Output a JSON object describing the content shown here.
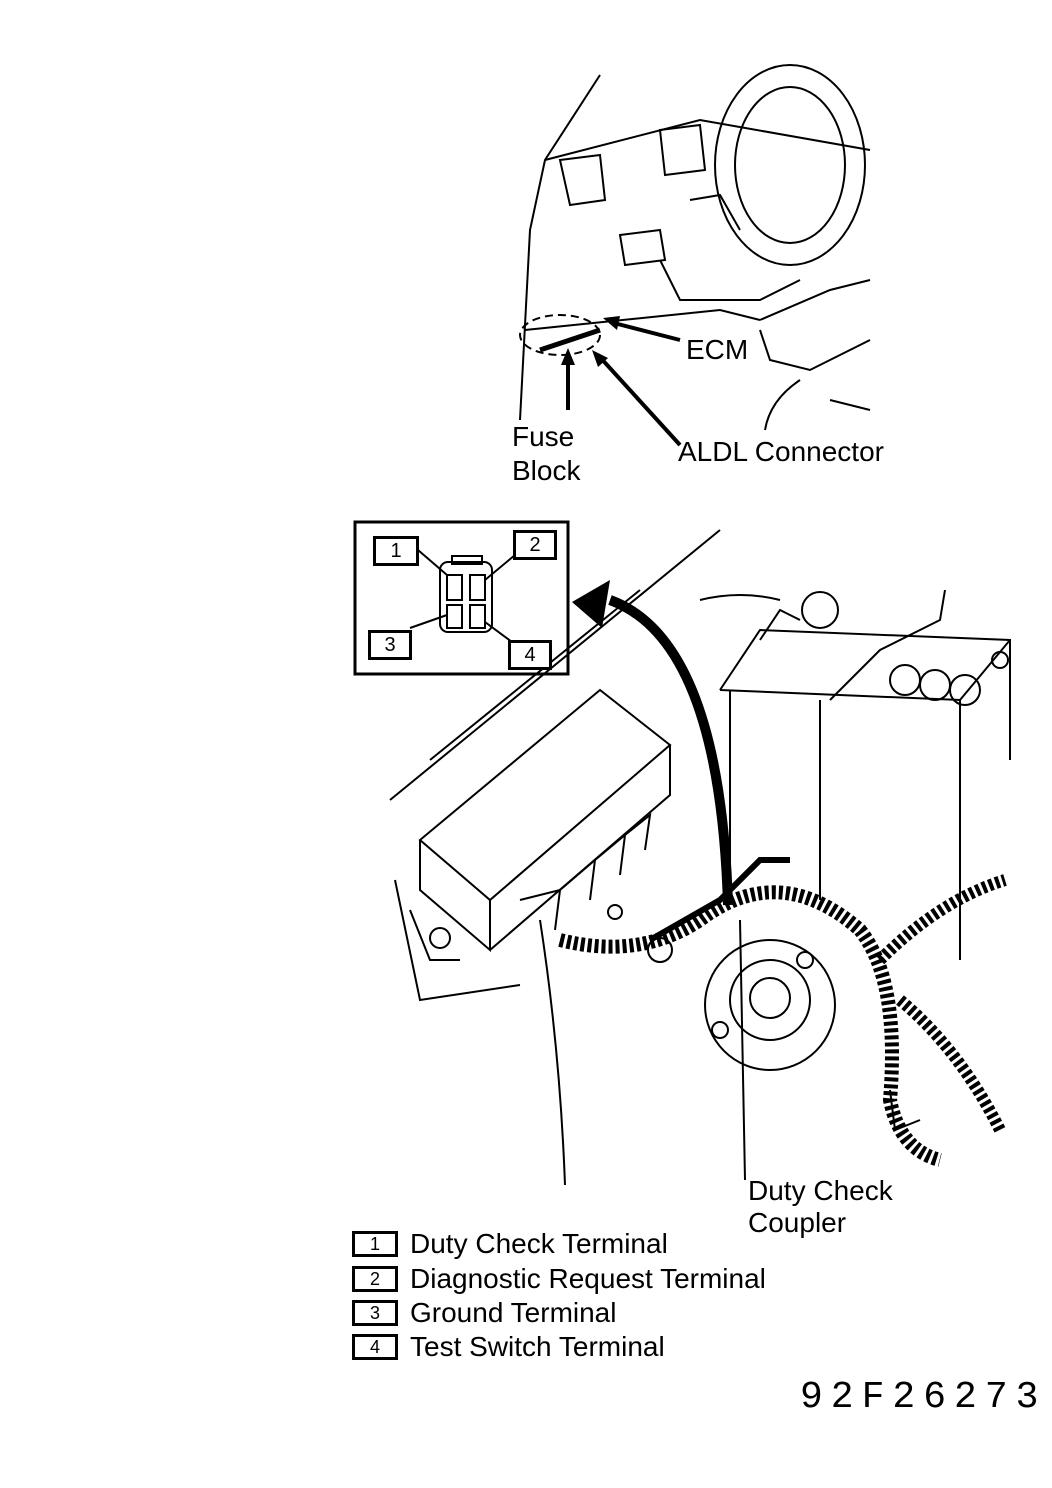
{
  "figure_id": "92F26273",
  "top_view": {
    "labels": {
      "ecm": "ECM",
      "fuse_block_line1": "Fuse",
      "fuse_block_line2": "Block",
      "aldl": "ALDL Connector"
    }
  },
  "inset": {
    "terminal_numbers": [
      "1",
      "2",
      "3",
      "4"
    ]
  },
  "engine_view": {
    "coupler_line1": "Duty Check",
    "coupler_line2": "Coupler"
  },
  "legend": [
    {
      "num": "1",
      "text": "Duty Check Terminal"
    },
    {
      "num": "2",
      "text": "Diagnostic Request Terminal"
    },
    {
      "num": "3",
      "text": "Ground Terminal"
    },
    {
      "num": "4",
      "text": "Test Switch Terminal"
    }
  ]
}
